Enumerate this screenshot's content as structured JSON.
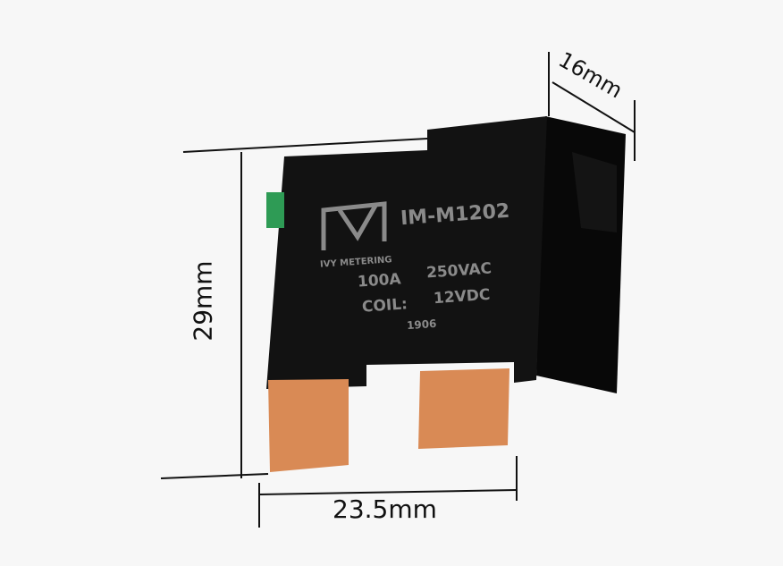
{
  "product": {
    "model": "IM-M1202",
    "brand": "IVY METERING",
    "rating_current": "100A",
    "rating_voltage": "250VAC",
    "coil_label": "COIL:",
    "coil_voltage": "12VDC",
    "date_code": "1906"
  },
  "dimensions": {
    "height": "29mm",
    "width": "23.5mm",
    "depth": "16mm"
  },
  "colors": {
    "background": "#f7f7f7",
    "body": "#0f0f0f",
    "terminal": "#d98a55",
    "text": "#8a8a8a",
    "pcb": "#2e9b55"
  }
}
